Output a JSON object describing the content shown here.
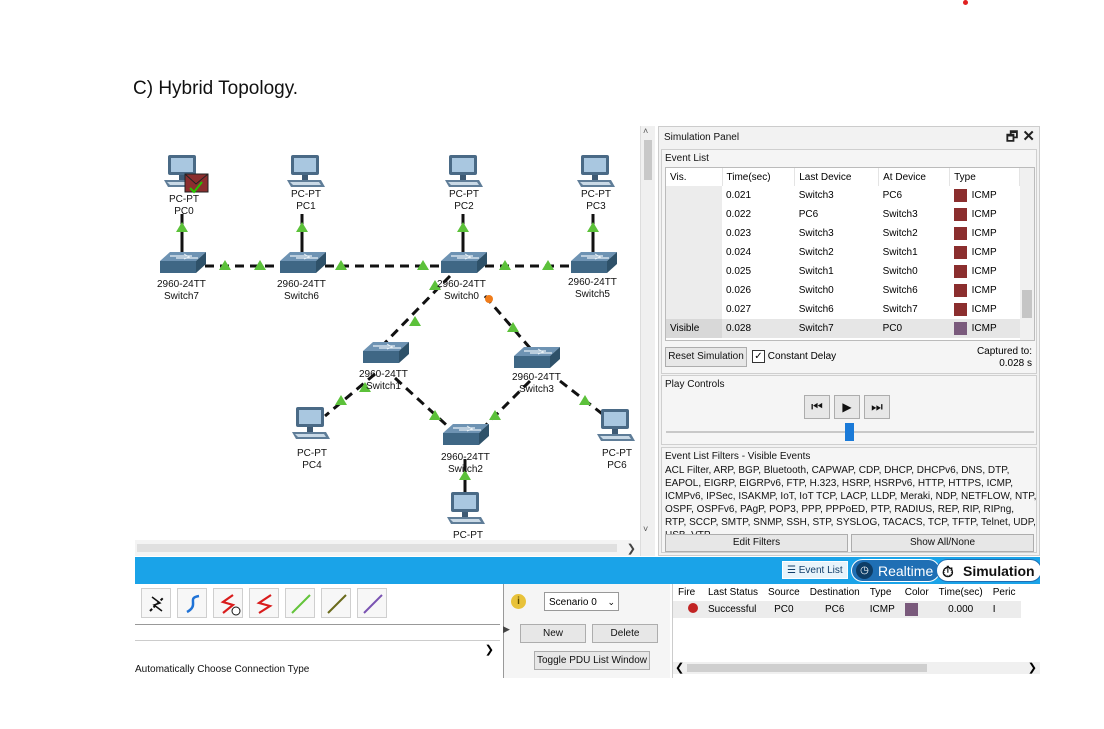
{
  "heading": "C)   Hybrid Topology.",
  "topology": {
    "devices": [
      {
        "id": "pc0",
        "model": "PC-PT",
        "name": "PC0"
      },
      {
        "id": "pc1",
        "model": "PC-PT",
        "name": "PC1"
      },
      {
        "id": "pc2",
        "model": "PC-PT",
        "name": "PC2"
      },
      {
        "id": "pc3",
        "model": "PC-PT",
        "name": "PC3"
      },
      {
        "id": "sw7",
        "model": "2960-24TT",
        "name": "Switch7"
      },
      {
        "id": "sw6",
        "model": "2960-24TT",
        "name": "Switch6"
      },
      {
        "id": "sw0",
        "model": "2960-24TT",
        "name": "Switch0"
      },
      {
        "id": "sw5",
        "model": "2960-24TT",
        "name": "Switch5"
      },
      {
        "id": "sw1",
        "model": "2960-24TT",
        "name": "Switch1"
      },
      {
        "id": "sw3",
        "model": "2960-24TT",
        "name": "Switch3"
      },
      {
        "id": "pc4",
        "model": "PC-PT",
        "name": "PC4"
      },
      {
        "id": "sw2",
        "model": "2960-24TT",
        "name": "Switch2"
      },
      {
        "id": "pc6",
        "model": "PC-PT",
        "name": "PC6"
      },
      {
        "id": "pc5",
        "model": "PC-PT",
        "name": ""
      }
    ]
  },
  "sim_panel": {
    "title": "Simulation Panel",
    "event_list_label": "Event List",
    "columns": [
      "Vis.",
      "Time(sec)",
      "Last Device",
      "At Device",
      "Type"
    ],
    "events": [
      {
        "vis": "",
        "time": "0.021",
        "last": "Switch3",
        "at": "PC6",
        "type": "ICMP"
      },
      {
        "vis": "",
        "time": "0.022",
        "last": "PC6",
        "at": "Switch3",
        "type": "ICMP"
      },
      {
        "vis": "",
        "time": "0.023",
        "last": "Switch3",
        "at": "Switch2",
        "type": "ICMP"
      },
      {
        "vis": "",
        "time": "0.024",
        "last": "Switch2",
        "at": "Switch1",
        "type": "ICMP"
      },
      {
        "vis": "",
        "time": "0.025",
        "last": "Switch1",
        "at": "Switch0",
        "type": "ICMP"
      },
      {
        "vis": "",
        "time": "0.026",
        "last": "Switch0",
        "at": "Switch6",
        "type": "ICMP"
      },
      {
        "vis": "",
        "time": "0.027",
        "last": "Switch6",
        "at": "Switch7",
        "type": "ICMP"
      },
      {
        "vis": "Visible",
        "time": "0.028",
        "last": "Switch7",
        "at": "PC0",
        "type": "ICMP"
      }
    ],
    "icmp_color": "#8b2e2e",
    "icmp_color_last": "#7a5a7c",
    "reset_label": "Reset Simulation",
    "constant_delay_label": "Constant Delay",
    "captured_label": "Captured to:",
    "captured_value": "0.028 s",
    "play_controls_label": "Play Controls",
    "filters_title": "Event List Filters - Visible Events",
    "filters_text": "ACL Filter, ARP, BGP, Bluetooth, CAPWAP, CDP, DHCP, DHCPv6, DNS, DTP, EAPOL, EIGRP, EIGRPv6, FTP, H.323, HSRP, HSRPv6, HTTP, HTTPS, ICMP, ICMPv6, IPSec, ISAKMP, IoT, IoT TCP, LACP, LLDP, Meraki, NDP, NETFLOW, NTP, OSPF, OSPFv6, PAgP, POP3, PPP, PPPoED, PTP, RADIUS, REP, RIP, RIPng, RTP, SCCP, SMTP, SNMP, SSH, STP, SYSLOG, TACACS, TCP, TFTP, Telnet, UDP, USB, VTP",
    "edit_filters_label": "Edit Filters",
    "show_all_label": "Show All/None"
  },
  "bottom": {
    "event_list_btn": "Event List",
    "realtime_label": "Realtime",
    "simulation_label": "Simulation",
    "connection_status": "Automatically Choose Connection Type",
    "scenario_value": "Scenario 0",
    "new_label": "New",
    "delete_label": "Delete",
    "toggle_label": "Toggle PDU List Window",
    "pdu_columns": [
      "Fire",
      "Last Status",
      "Source",
      "Destination",
      "Type",
      "Color",
      "Time(sec)",
      "Peric"
    ],
    "pdu_rows": [
      {
        "fire": "",
        "status": "Successful",
        "source": "PC0",
        "dest": "PC6",
        "type": "ICMP",
        "time": "0.000",
        "period": "I"
      }
    ],
    "pdu_color": "#7a5a7c"
  },
  "colors": {
    "accent_blue": "#1aa3e8",
    "link_green": "#5cc13a",
    "port_orange": "#f07c1a"
  }
}
